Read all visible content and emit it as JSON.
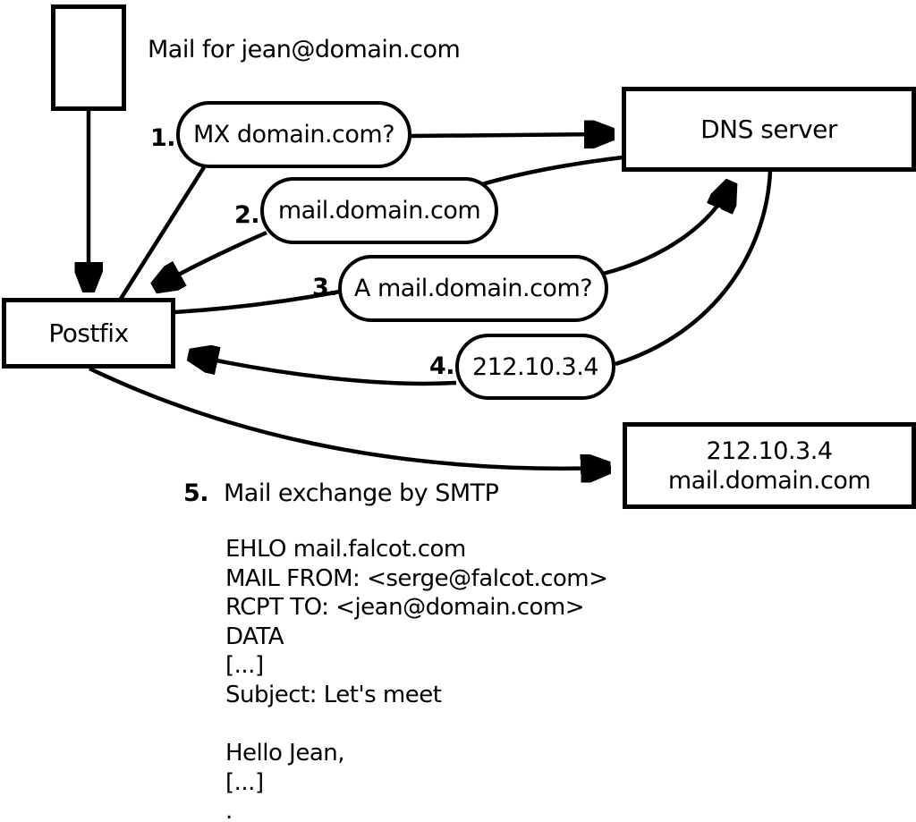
{
  "colors": {
    "ink": "#000000",
    "background": "#ffffff"
  },
  "title": "Mail for jean@domain.com",
  "nodes": {
    "postfix": {
      "label": "Postfix"
    },
    "dns_server": {
      "label": "DNS server"
    },
    "mail_server": {
      "ip": "212.10.3.4",
      "hostname": "mail.domain.com"
    }
  },
  "steps": [
    {
      "num": "1.",
      "label": "MX domain.com?"
    },
    {
      "num": "2.",
      "label": "mail.domain.com"
    },
    {
      "num": "3.",
      "label": "A mail.domain.com?"
    },
    {
      "num": "4.",
      "label": "212.10.3.4"
    },
    {
      "num": "5.",
      "label": "Mail exchange by SMTP"
    }
  ],
  "smtp_session": {
    "lines": [
      "EHLO mail.falcot.com",
      "MAIL FROM: <serge@falcot.com>",
      "RCPT TO: <jean@domain.com>",
      "DATA",
      "[...]",
      "Subject: Let's meet",
      "",
      "Hello Jean,",
      "[...]",
      "."
    ]
  }
}
